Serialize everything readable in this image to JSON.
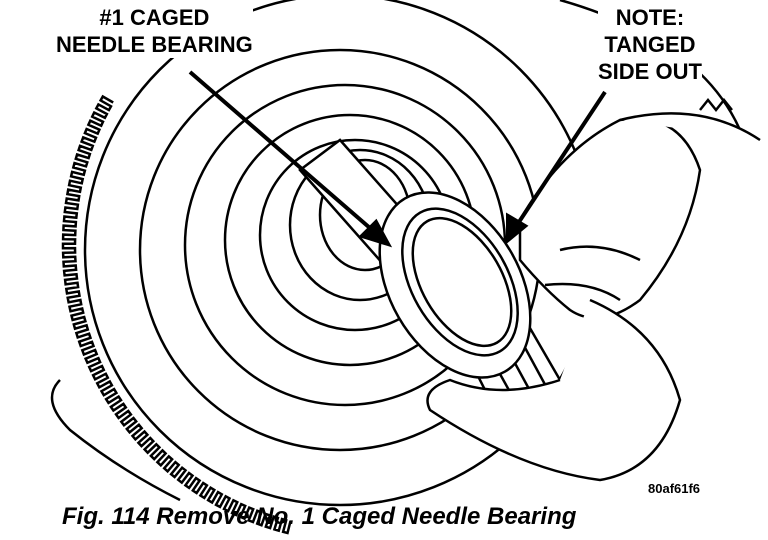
{
  "callouts": {
    "left": {
      "line1": "#1 CAGED",
      "line2": "NEEDLE BEARING"
    },
    "right": {
      "line1": "NOTE:",
      "line2": "TANGED",
      "line3": "SIDE OUT"
    }
  },
  "figure_code": "80af61f6",
  "caption": "Fig. 114 Remove No. 1 Caged Needle Bearing"
}
